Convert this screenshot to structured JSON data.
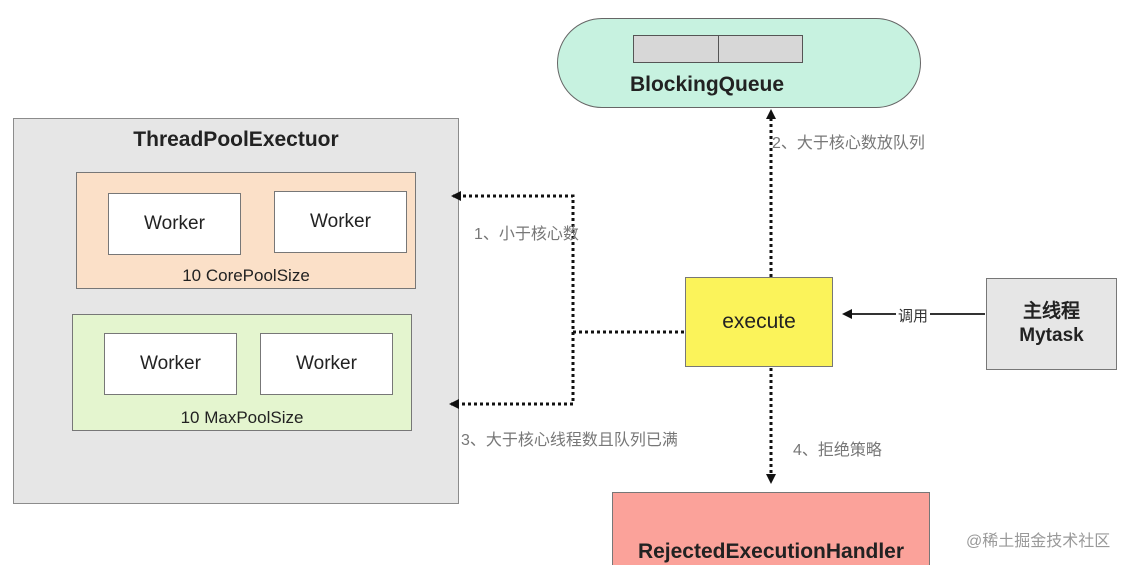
{
  "pool": {
    "title": "ThreadPoolExectuor",
    "core": {
      "workers": [
        "Worker",
        "Worker"
      ],
      "label": "10 CorePoolSize"
    },
    "max": {
      "workers": [
        "Worker",
        "Worker"
      ],
      "label": "10 MaxPoolSize"
    }
  },
  "queue": {
    "title": "BlockingQueue"
  },
  "execute": {
    "label": "execute"
  },
  "main_thread": {
    "line1": "主线程",
    "line2": "Mytask"
  },
  "call_label": "调用",
  "rejected": {
    "title": "RejectedExecutionHandler"
  },
  "notes": {
    "step1": "1、小于核心数",
    "step2": "2、大于核心数放队列",
    "step3": "3、大于核心线程数且队列已满",
    "step4": "4、拒绝策略"
  },
  "watermark": "@稀土掘金技术社区",
  "colors": {
    "pool_bg": "#e6e6e6",
    "core_bg": "#fbe0c8",
    "max_bg": "#e4f5cf",
    "queue_bg": "#c7f2e0",
    "execute_bg": "#fbf35a",
    "rejected_bg": "#fba29a"
  }
}
